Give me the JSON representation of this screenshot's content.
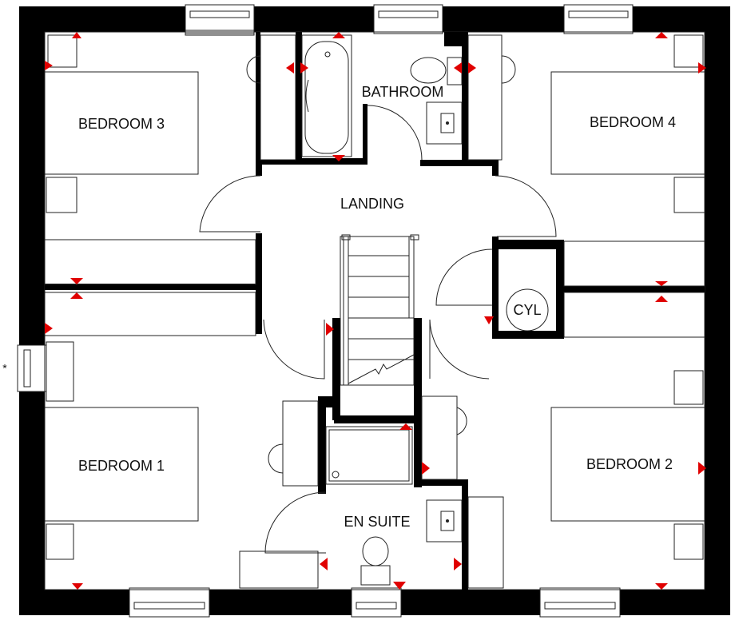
{
  "plan": {
    "rooms": {
      "bedroom3": "BEDROOM 3",
      "bathroom": "BATHROOM",
      "bedroom4": "BEDROOM 4",
      "landing": "LANDING",
      "cylinder": "CYL",
      "bedroom1": "BEDROOM 1",
      "bedroom2": "BEDROOM 2",
      "ensuite": "EN SUITE"
    },
    "marker": "*",
    "colors": {
      "wall": "#000000",
      "socket_marker": "#e00000",
      "line": "#222222",
      "background": "#ffffff"
    }
  }
}
